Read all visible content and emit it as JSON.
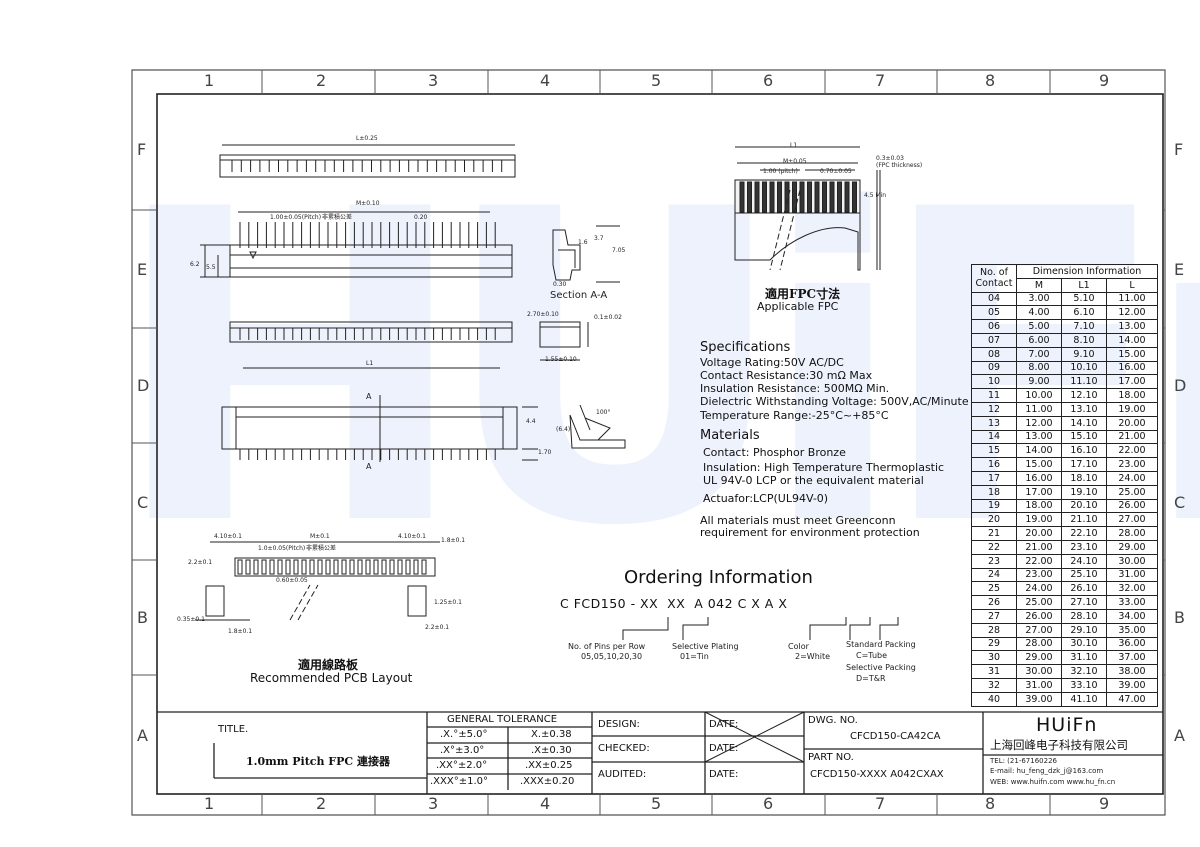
{
  "frame": {
    "col_labels": [
      "1",
      "2",
      "3",
      "4",
      "5",
      "6",
      "7",
      "8",
      "9"
    ],
    "row_labels": [
      "F",
      "E",
      "D",
      "C",
      "B",
      "A"
    ]
  },
  "watermark": {
    "text": "HUiFn"
  },
  "views": {
    "top_dim": "L±0.25",
    "m_dim": "M±0.10",
    "pitch_dim": "1.00±0.05(Pitch)",
    "pitch_note": "非累積公差",
    "dim_020": "0.20",
    "dim_62": "6.2",
    "dim_55": "5.5",
    "l1_dim": "L1",
    "dim_44": "4.4",
    "dim_170": "1.70",
    "label_a": "A",
    "section_dims": [
      "1.6",
      "3.7",
      "7.05",
      "0.30"
    ],
    "section_label": "Section A-A",
    "side_dims": [
      "2.70±0.10",
      "0.1±0.02",
      "1.55±0.10"
    ],
    "angle_label": "100°",
    "bracket_dim": "(6.4)"
  },
  "fpc": {
    "l1_label": "L1",
    "m_label": "M±0.05",
    "pitch_label": "1.00 (pitch)",
    "width_label": "0.70±0.05",
    "thick_label": "0.3±0.03",
    "thick_note": "(FPC thickness)",
    "len_label": "4.5 Min",
    "title_cn": "適用FPC寸法",
    "title_en": "Applicable FPC"
  },
  "specifications": {
    "heading": "Specifications",
    "lines": [
      "Voltage Rating:50V AC/DC",
      "Contact Resistance:30 mΩ Max",
      "Insulation Resistance: 500MΩ Min.",
      "Dielectric Withstanding Voltage: 500V,AC/Minute",
      "Temperature Range:-25°C~+85°C"
    ]
  },
  "materials": {
    "heading": "Materials",
    "contact": "Contact: Phosphor Bronze",
    "insulation_1": "Insulation: High Temperature Thermoplastic",
    "insulation_2": "UL 94V-0 LCP      or the equivalent material",
    "actuator": "Actuafor:LCP(UL94V-0)",
    "note_1": "All materials must meet Greenconn",
    "note_2": "requirement for environment protection"
  },
  "ordering": {
    "heading": "Ordering Information",
    "code": "C FCD150 - XX  XX  A 042 C X A X",
    "pins_1": "No. of Pins per Row",
    "pins_2": "05,05,10,20,30",
    "plating_1": "Selective Plating",
    "plating_2": "01=Tin",
    "color_1": "Color",
    "color_2": "2=White",
    "std_pack_1": "Standard Packing",
    "std_pack_2": "C=Tube",
    "sel_pack_1": "Selective Packing",
    "sel_pack_2": "D=T&R"
  },
  "pcb_layout": {
    "dims": [
      "4.10±0.1",
      "M±0.1",
      "4.10±0.1",
      "1.0±0.05(Pitch)",
      "2.2±0.1",
      "0.60±0.05",
      "1.8±0.1",
      "1.25±0.1",
      "0.35±0.1",
      "1.8±0.1",
      "2.2±0.1"
    ],
    "pitch_note": "非累積公差",
    "title_cn": "適用線路板",
    "title_en": "Recommended PCB Layout"
  },
  "dimension_table": {
    "header_contact": [
      "No. of",
      "Contact"
    ],
    "header_group": "Dimension Information",
    "columns": [
      "M",
      "L1",
      "L"
    ],
    "rows": [
      [
        "04",
        "3.00",
        "5.10",
        "11.00"
      ],
      [
        "05",
        "4.00",
        "6.10",
        "12.00"
      ],
      [
        "06",
        "5.00",
        "7.10",
        "13.00"
      ],
      [
        "07",
        "6.00",
        "8.10",
        "14.00"
      ],
      [
        "08",
        "7.00",
        "9.10",
        "15.00"
      ],
      [
        "09",
        "8.00",
        "10.10",
        "16.00"
      ],
      [
        "10",
        "9.00",
        "11.10",
        "17.00"
      ],
      [
        "11",
        "10.00",
        "12.10",
        "18.00"
      ],
      [
        "12",
        "11.00",
        "13.10",
        "19.00"
      ],
      [
        "13",
        "12.00",
        "14.10",
        "20.00"
      ],
      [
        "14",
        "13.00",
        "15.10",
        "21.00"
      ],
      [
        "15",
        "14.00",
        "16.10",
        "22.00"
      ],
      [
        "16",
        "15.00",
        "17.10",
        "23.00"
      ],
      [
        "17",
        "16.00",
        "18.10",
        "24.00"
      ],
      [
        "18",
        "17.00",
        "19.10",
        "25.00"
      ],
      [
        "19",
        "18.00",
        "20.10",
        "26.00"
      ],
      [
        "20",
        "19.00",
        "21.10",
        "27.00"
      ],
      [
        "21",
        "20.00",
        "22.10",
        "28.00"
      ],
      [
        "22",
        "21.00",
        "23.10",
        "29.00"
      ],
      [
        "23",
        "22.00",
        "24.10",
        "30.00"
      ],
      [
        "24",
        "23.00",
        "25.10",
        "31.00"
      ],
      [
        "25",
        "24.00",
        "26.10",
        "32.00"
      ],
      [
        "26",
        "25.00",
        "27.10",
        "33.00"
      ],
      [
        "27",
        "26.00",
        "28.10",
        "34.00"
      ],
      [
        "28",
        "27.00",
        "29.10",
        "35.00"
      ],
      [
        "29",
        "28.00",
        "30.10",
        "36.00"
      ],
      [
        "30",
        "29.00",
        "31.10",
        "37.00"
      ],
      [
        "31",
        "30.00",
        "32.10",
        "38.00"
      ],
      [
        "32",
        "31.00",
        "33.10",
        "39.00"
      ],
      [
        "40",
        "39.00",
        "41.10",
        "47.00"
      ]
    ]
  },
  "title_block": {
    "title_label": "TITLE.",
    "title_value": "1.0mm Pitch FPC 連接器",
    "tolerance_header": "GENERAL  TOLERANCE",
    "tolerances": [
      [
        ".X.°±5.0°",
        "X.±0.38"
      ],
      [
        ".X°±3.0°",
        ".X±0.30"
      ],
      [
        ".XX°±2.0°",
        ".XX±0.25"
      ],
      [
        ".XXX°±1.0°",
        ".XXX±0.20"
      ]
    ],
    "design_label": "DESIGN:",
    "checked_label": "CHECKED:",
    "audited_label": "AUDITED:",
    "date_label": "DATE:",
    "dwg_label": "DWG. NO.",
    "dwg_value": "CFCD150-CA42CA",
    "part_label": "PART NO.",
    "part_value": "CFCD150-XXXX A042CXAX",
    "company_logo": "HUiFn",
    "company_name": "上海回峰电子科技有限公司",
    "tel": "TEL: (21-67160226",
    "email": "E-mail: hu_feng_dzk_j@163.com",
    "web": "WEB: www.huifn.com  www.hu_fn.cn"
  }
}
